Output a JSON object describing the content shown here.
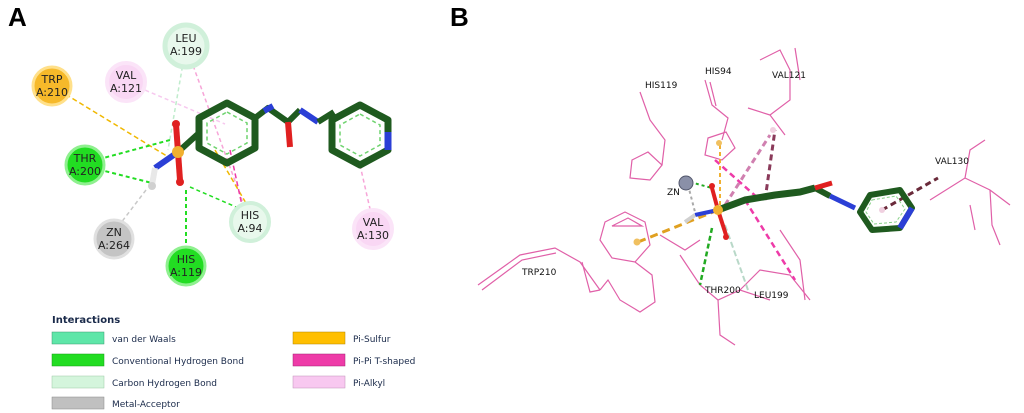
{
  "panels": {
    "a": "A",
    "b": "B"
  },
  "residues_2d": [
    {
      "id": "leu199",
      "line1": "LEU",
      "line2": "A:199",
      "type": "vdw_light"
    },
    {
      "id": "val121",
      "line1": "VAL",
      "line2": "A:121",
      "type": "pi_alkyl"
    },
    {
      "id": "trp210",
      "line1": "TRP",
      "line2": "A:210",
      "type": "pi_sulfur"
    },
    {
      "id": "thr200",
      "line1": "THR",
      "line2": "A:200",
      "type": "hbond"
    },
    {
      "id": "zn264",
      "line1": "ZN",
      "line2": "A:264",
      "type": "metal"
    },
    {
      "id": "his119",
      "line1": "HIS",
      "line2": "A:119",
      "type": "hbond"
    },
    {
      "id": "his94",
      "line1": "HIS",
      "line2": "A:94",
      "type": "vdw_light"
    },
    {
      "id": "val130",
      "line1": "VAL",
      "line2": "A:130",
      "type": "pi_alkyl"
    }
  ],
  "residues_3d": {
    "his119": "HIS119",
    "his94": "HIS94",
    "val121": "VAL121",
    "val130": "VAL130",
    "zn": "ZN",
    "trp210": "TRP210",
    "thr200": "THR200",
    "leu199": "LEU199"
  },
  "legend": {
    "title": "Interactions",
    "items": [
      {
        "label": "van der Waals",
        "color": "#5ee6a8"
      },
      {
        "label": "Conventional Hydrogen Bond",
        "color": "#22dd22"
      },
      {
        "label": "Carbon Hydrogen Bond",
        "color": "#d4f5dc"
      },
      {
        "label": "Metal-Acceptor",
        "color": "#c0c0c0"
      },
      {
        "label": "Pi-Sulfur",
        "color": "#ffbf00"
      },
      {
        "label": "Pi-Pi T-shaped",
        "color": "#ee3ba8"
      },
      {
        "label": "Pi-Alkyl",
        "color": "#f8c8f0"
      }
    ]
  },
  "colors": {
    "ligand": "#1f5a1f",
    "nitrogen": "#2b3fd6",
    "oxygen": "#e02020",
    "sulfur": "#f0b030",
    "protein": "#e060a8"
  }
}
